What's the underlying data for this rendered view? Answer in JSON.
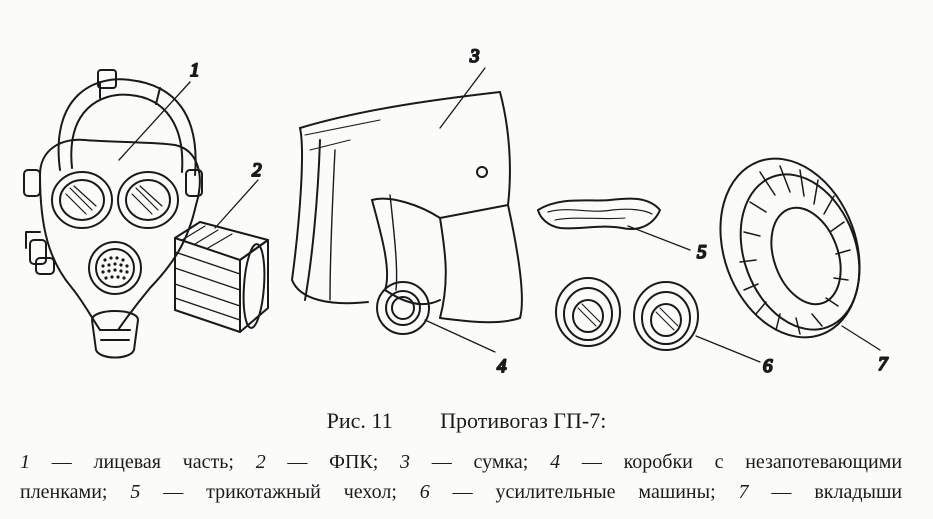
{
  "figure": {
    "callouts": [
      "1",
      "2",
      "3",
      "4",
      "5",
      "6",
      "7"
    ]
  },
  "caption": {
    "fig_number": "Рис. 11",
    "title": "Противогаз ГП-7:",
    "items": [
      {
        "n": "1",
        "text": "лицевая часть;"
      },
      {
        "n": "2",
        "text": "ФПК;"
      },
      {
        "n": "3",
        "text": "сумка;"
      },
      {
        "n": "4",
        "text": "коробки с незапотевающими пленками;"
      },
      {
        "n": "5",
        "text": "трикотажный чехол;"
      },
      {
        "n": "6",
        "text": "усилительные машины;"
      },
      {
        "n": "7",
        "text": "вкладыши"
      }
    ],
    "dash": "—",
    "line1_tail": "коробки с незапотевающими",
    "line2_head": "пленками;"
  }
}
